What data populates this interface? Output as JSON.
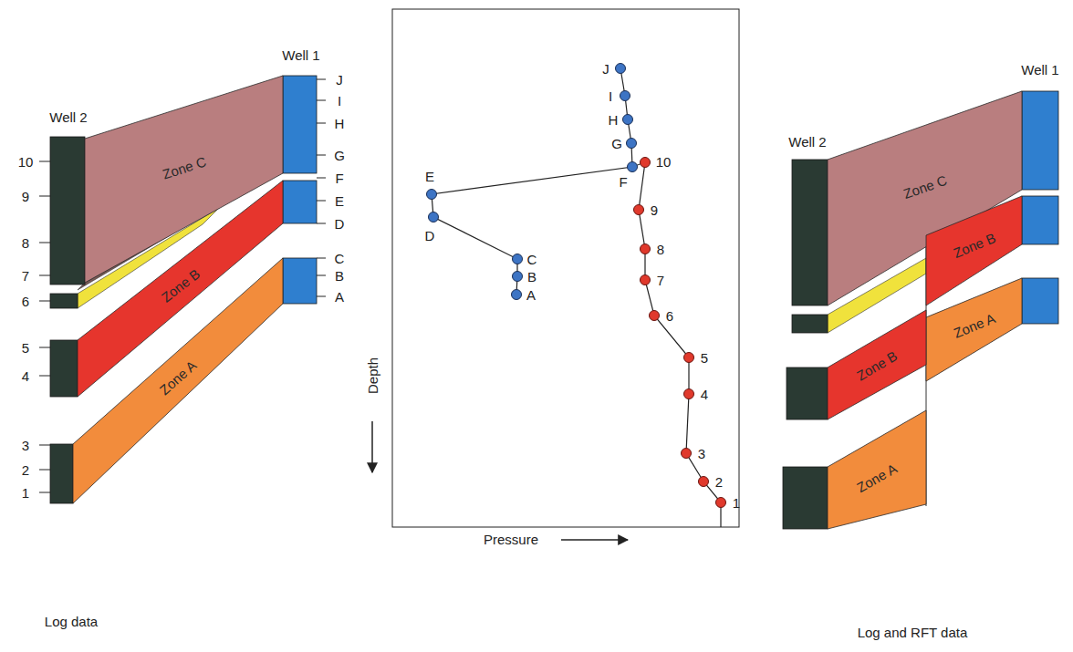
{
  "diagram": {
    "nodes": [
      {
        "text": [
          "Zone C"
        ]
      },
      {
        "text": [
          "Zone B"
        ]
      },
      {
        "text": [
          "Zone A"
        ]
      },
      {
        "text": [
          "Zone C"
        ]
      },
      {
        "text": [
          "Zone B"
        ]
      },
      {
        "text": [
          "Zone A"
        ]
      },
      {
        "text": [
          "Zone B"
        ]
      },
      {
        "text": [
          "Zone A"
        ]
      }
    ],
    "labels": [
      "Well 1",
      "Well 2",
      "J",
      "I",
      "H",
      "G",
      "F",
      "E",
      "D",
      "C",
      "B",
      "A",
      "10",
      "9",
      "8",
      "7",
      "6",
      "5",
      "4",
      "3",
      "2",
      "1",
      "J",
      "I",
      "H",
      "G",
      "F",
      "E",
      "D",
      "C",
      "B",
      "A",
      "10",
      "9",
      "8",
      "7",
      "6",
      "5",
      "4",
      "3",
      "2",
      "1",
      "Depth",
      "Pressure",
      "Well 1",
      "Well 2",
      "Log data",
      "Log and RFT data"
    ]
  }
}
